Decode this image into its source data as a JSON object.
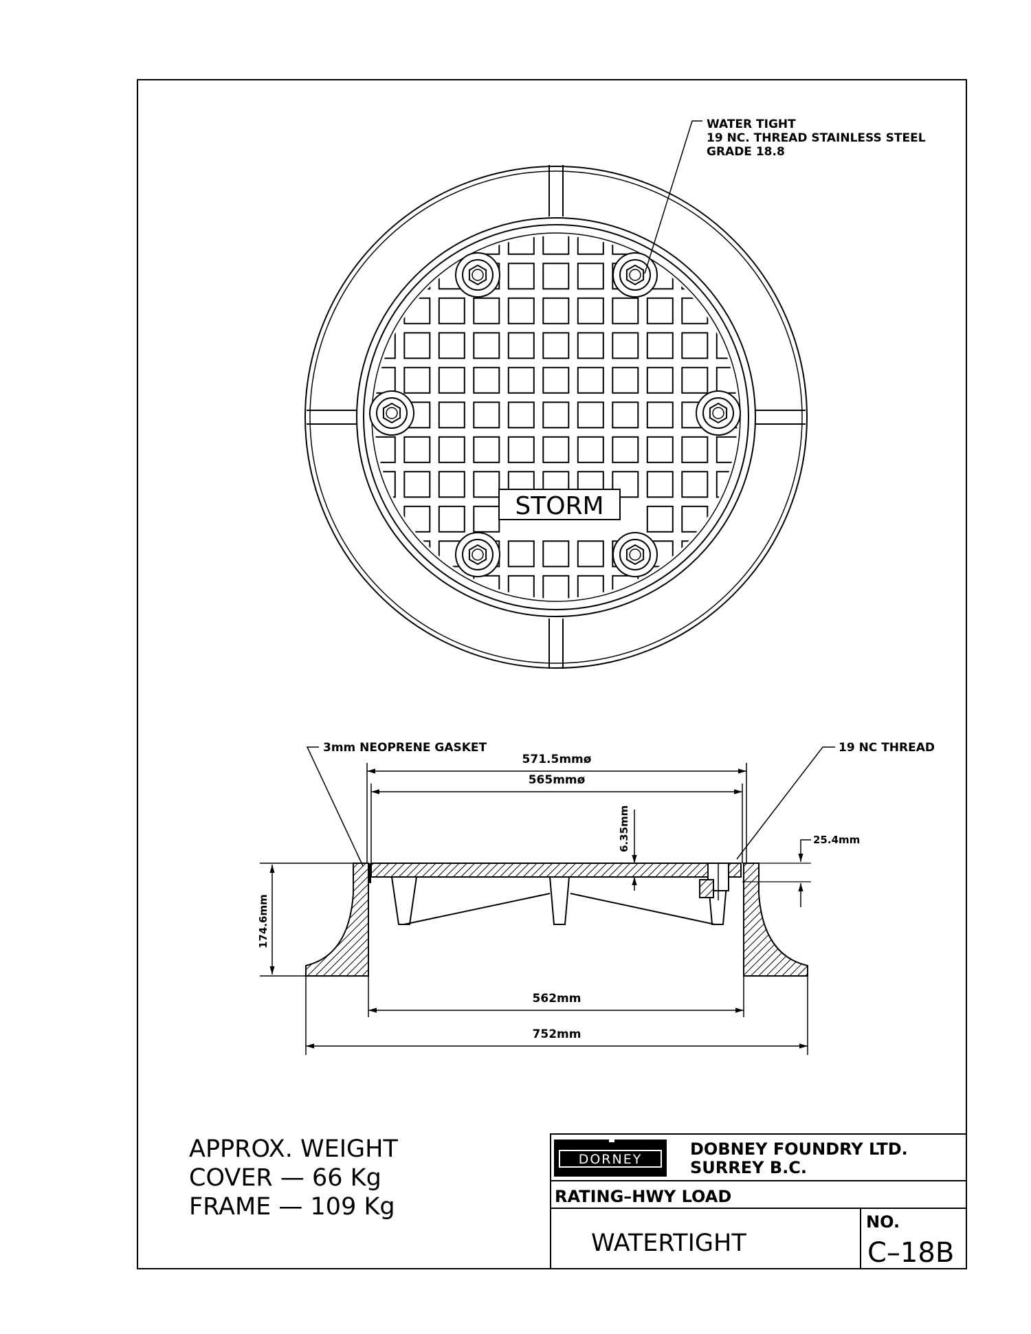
{
  "plan_view": {
    "cover_label": "STORM",
    "callout_bolt": {
      "line1": "WATER TIGHT",
      "line2": "19 NC. THREAD STAINLESS STEEL",
      "line3": "GRADE 18.8"
    }
  },
  "section_view": {
    "gasket_label": "3mm NEOPRENE GASKET",
    "thread_label": "19 NC THREAD",
    "dim_outer_diameter": "571.5mmø",
    "dim_inner_diameter": "565mmø",
    "dim_cover_thickness": "6.35mm",
    "dim_lip": "25.4mm",
    "dim_height": "174.6mm",
    "dim_base_inner": "562mm",
    "dim_base_outer": "752mm"
  },
  "weight_notes": {
    "line1": "APPROX. WEIGHT",
    "line2": "COVER  —  66  Kg",
    "line3": "FRAME  —  109  Kg"
  },
  "title_block": {
    "logo_text": "DORNEY",
    "company_line1": "DOBNEY  FOUNDRY  LTD.",
    "company_line2": "SURREY  B.C.",
    "rating": "RATING–HWY  LOAD",
    "description": "WATERTIGHT",
    "number_label": "NO.",
    "number_value": "C–18B"
  }
}
